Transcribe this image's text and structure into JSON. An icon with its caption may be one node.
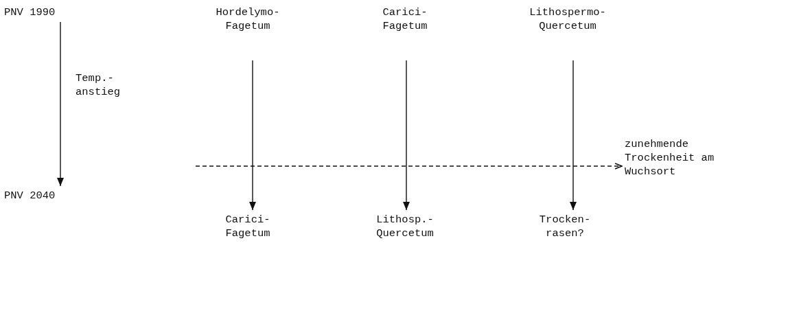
{
  "diagram": {
    "nodes": [
      {
        "text": [
          "PNV 1990"
        ]
      },
      {
        "text": [
          "PNV 2040"
        ]
      },
      {
        "text": [
          "Hordelymo- Fagetum"
        ]
      },
      {
        "text": [
          "Carici- Fagetum"
        ]
      },
      {
        "text": [
          "Lithospermo- Quercetum"
        ]
      },
      {
        "text": [
          "Carici- Fagetum"
        ]
      },
      {
        "text": [
          "Lithosp.- Quercetum"
        ]
      },
      {
        "text": [
          "Trocken- rasen?"
        ]
      },
      {
        "text": [
          "zunehmende Trockenheit am Wuchsort"
        ]
      }
    ],
    "edges": [
      {
        "from": 0,
        "to": 1,
        "arrow": "to",
        "label": "Temp.- anstieg"
      },
      {
        "from": 2,
        "to": 5,
        "arrow": "to"
      },
      {
        "from": 3,
        "to": 6,
        "arrow": "to"
      },
      {
        "from": 4,
        "to": 7,
        "arrow": "to"
      },
      {
        "from": null,
        "to": 8,
        "arrow": "to",
        "style": "dashed"
      }
    ]
  }
}
